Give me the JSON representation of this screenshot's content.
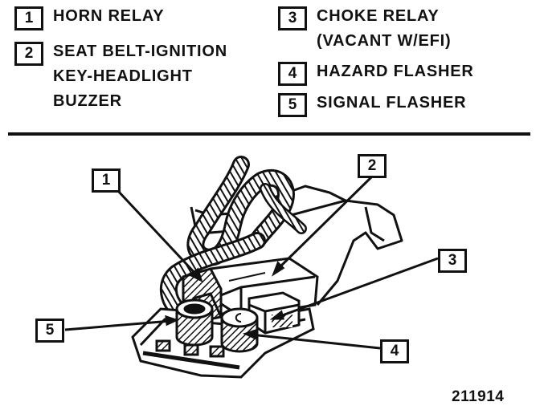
{
  "legend": [
    {
      "number": "1",
      "label": "HORN RELAY"
    },
    {
      "number": "2",
      "label": "SEAT BELT-IGNITION\nKEY-HEADLIGHT\nBUZZER"
    },
    {
      "number": "3",
      "label": "CHOKE RELAY\n(VACANT W/EFI)"
    },
    {
      "number": "4",
      "label": "HAZARD FLASHER"
    },
    {
      "number": "5",
      "label": "SIGNAL FLASHER"
    }
  ],
  "callouts": [
    "1",
    "2",
    "3",
    "4",
    "5"
  ],
  "figure_number": "211914"
}
